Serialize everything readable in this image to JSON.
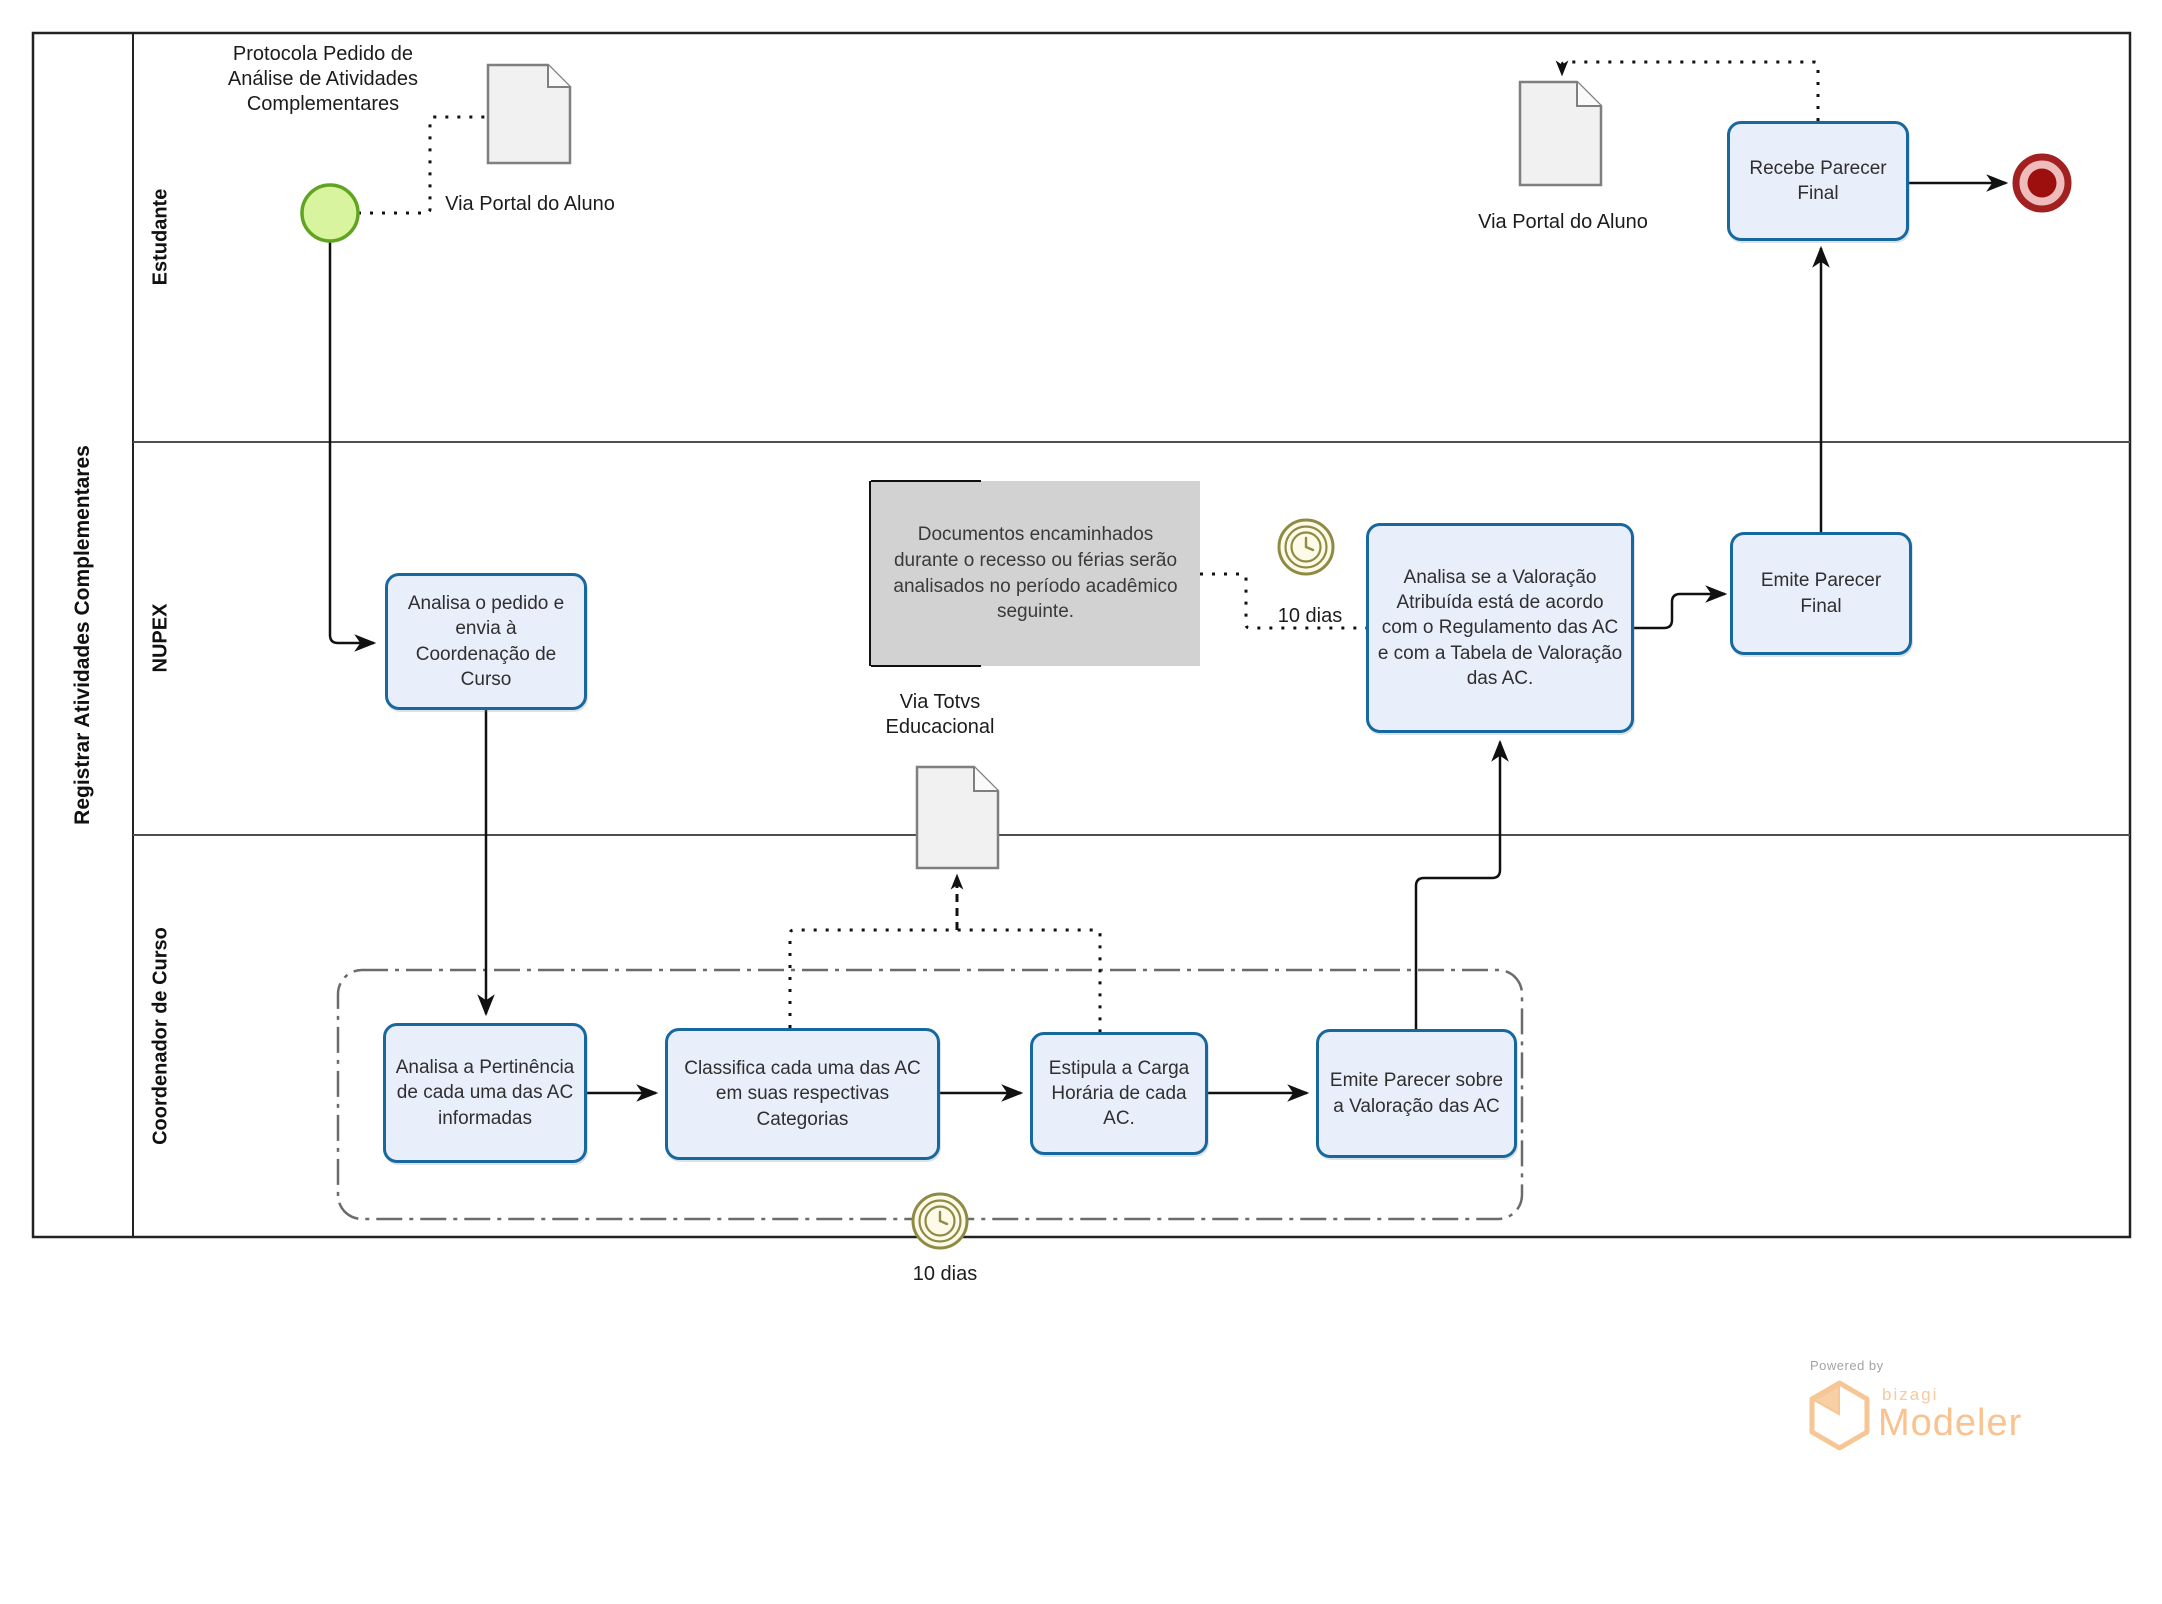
{
  "pool": {
    "title": "Registrar Atividades Complementares"
  },
  "lanes": [
    {
      "label": "Estudante"
    },
    {
      "label": "NUPEX"
    },
    {
      "label": "Coordenador de Curso"
    }
  ],
  "estudante": {
    "protocola_label": "Protocola Pedido de Análise de Atividades Complementares",
    "via_portal_1": "Via Portal do Aluno",
    "via_portal_2": "Via Portal do Aluno",
    "recebe_parecer": "Recebe Parecer Final"
  },
  "nupex": {
    "analisa_pedido": "Analisa o pedido e envia à Coordenação de Curso",
    "annotation": "Documentos encaminhados durante o recesso ou férias serão analisados no período acadêmico seguinte.",
    "timer_10dias": "10 dias",
    "analisa_valoracao": "Analisa se a Valoração Atribuída está de acordo com o Regulamento das AC e com a Tabela de Valoração das AC.",
    "emite_parecer": "Emite Parecer Final"
  },
  "coordenador": {
    "analisa_pertinencia": "Analisa a Pertinência de cada uma das AC informadas",
    "classifica": "Classifica cada uma das AC em suas respectivas Categorias",
    "estipula": "Estipula a Carga Horária de cada AC.",
    "emite_parecer_valoracao": "Emite Parecer sobre a Valoração das AC",
    "via_totvs": "Via Totvs Educacional",
    "timer_10dias": "10 dias"
  },
  "logo": {
    "powered_by": "Powered by",
    "brand": "bizagi",
    "product": "Modeler"
  },
  "colors": {
    "task_fill": "#e9eefb",
    "task_border": "#17689e",
    "start_event_fill": "#d9f49e",
    "start_event_border": "#61a422",
    "end_event_dark": "#9d1010",
    "end_event_light": "#efbcbc",
    "timer_event": "#8f8a45",
    "annotation_fill": "#d2d2d2",
    "logo_orange": "#f9c28e"
  }
}
